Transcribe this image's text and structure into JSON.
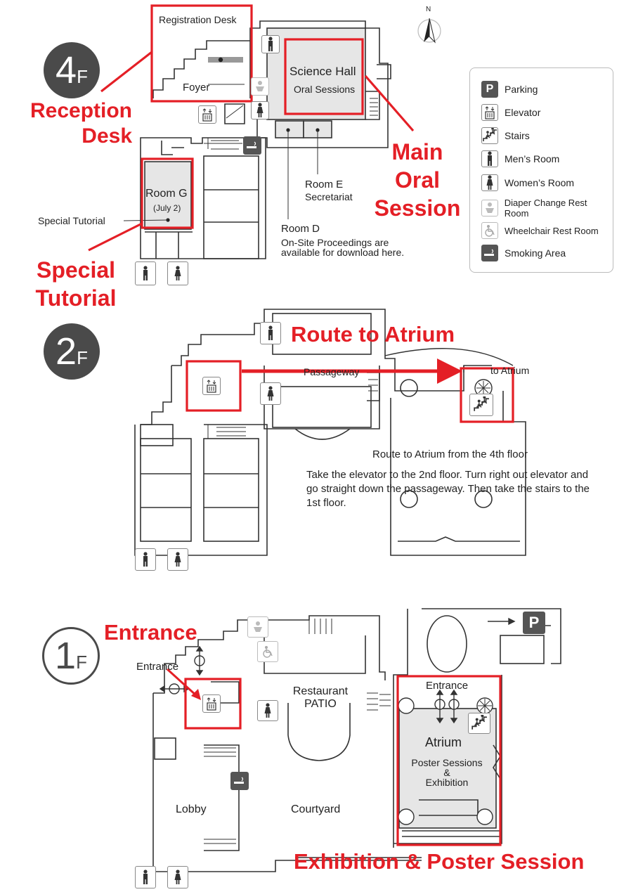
{
  "compass": {
    "label": "N"
  },
  "floors": {
    "f4": {
      "badge_number": "4",
      "badge_suffix": "F",
      "labels": {
        "registration_desk": "Registration Desk",
        "foyer": "Foyer",
        "science_hall": "Science Hall",
        "oral_sessions": "Oral Sessions",
        "room_g": "Room G",
        "room_g_date": "(July 2)",
        "special_tutorial": "Special Tutorial",
        "room_e": "Room E",
        "secretariat": "Secretariat",
        "room_d": "Room D",
        "proceedings_line1": "On-Site Proceedings are",
        "proceedings_line2": "available for download here."
      },
      "callouts": {
        "reception_line1": "Reception",
        "reception_line2": "Desk",
        "main_line1": "Main",
        "main_line2": "Oral",
        "main_line3": "Session",
        "tutorial_line1": "Special",
        "tutorial_line2": "Tutorial"
      }
    },
    "f2": {
      "badge_number": "2",
      "badge_suffix": "F",
      "labels": {
        "passageway": "Passageway",
        "to_atrium": "to Atrium",
        "route_title": "Route to Atrium from the 4th floor",
        "route_line1": "Take the elevator to the 2nd floor. Turn right out elevator and",
        "route_line2": "go straight down the passageway. Then take the stairs to the",
        "route_line3": "1st floor."
      },
      "callouts": {
        "route": "Route to Atrium"
      }
    },
    "f1": {
      "badge_number": "1",
      "badge_suffix": "F",
      "labels": {
        "entrance_left": "Entrance",
        "restaurant_line1": "Restaurant",
        "restaurant_line2": "PATIO",
        "entrance_atrium": "Entrance",
        "atrium": "Atrium",
        "poster_line1": "Poster Sessions",
        "poster_line2": "&",
        "poster_line3": "Exhibition",
        "lobby": "Lobby",
        "courtyard": "Courtyard",
        "parking": "P"
      },
      "callouts": {
        "entrance": "Entrance",
        "exhibition": "Exhibition & Poster Session"
      }
    }
  },
  "legend": {
    "items": [
      {
        "icon": "parking-icon",
        "label": "Parking"
      },
      {
        "icon": "elevator-icon",
        "label": "Elevator"
      },
      {
        "icon": "stairs-icon",
        "label": "Stairs"
      },
      {
        "icon": "mens-room-icon",
        "label": "Men’s Room"
      },
      {
        "icon": "womens-room-icon",
        "label": "Women’s Room"
      },
      {
        "icon": "diaper-change-icon",
        "label": "Diaper Change Rest Room"
      },
      {
        "icon": "wheelchair-icon",
        "label": "Wheelchair Rest Room"
      },
      {
        "icon": "smoking-icon",
        "label": "Smoking Area"
      }
    ]
  },
  "colors": {
    "highlight": "#e41f26",
    "wall": "#333333",
    "room_fill": "#e6e6e6",
    "badge": "#4a4a4a"
  }
}
